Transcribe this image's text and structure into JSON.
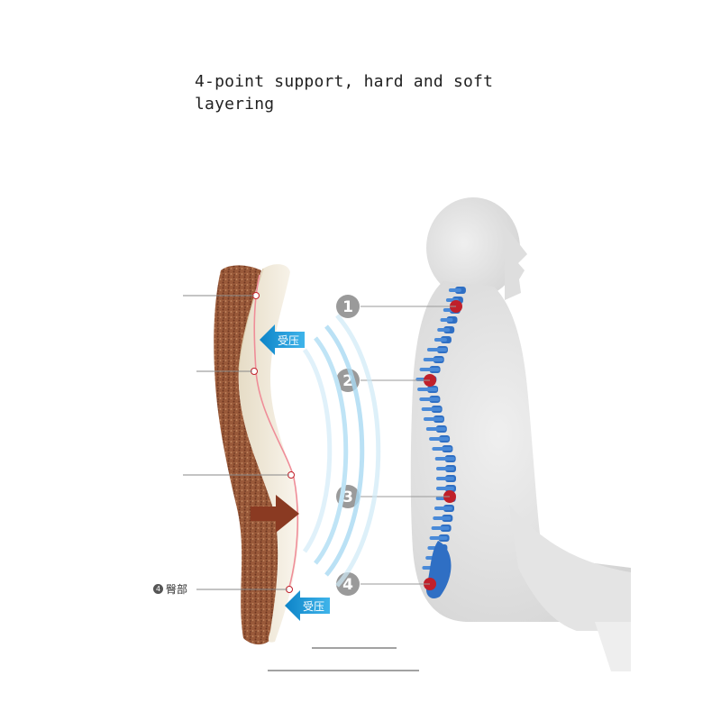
{
  "headline": {
    "line1": "4-point support, hard and soft",
    "line2": "layering"
  },
  "pressure_arrows": [
    {
      "label": "受压"
    },
    {
      "label": "受压"
    }
  ],
  "support_points": [
    {
      "number": "1"
    },
    {
      "number": "2"
    },
    {
      "number": "3"
    },
    {
      "number": "4"
    }
  ],
  "cushion_labels": {
    "point4_badge": "4",
    "point4_text": "臀部"
  },
  "colors": {
    "accent_blue": "#1e9ad6",
    "marker_red": "#c0202a",
    "badge_gray": "#9a9a9a",
    "cushion_brown": "#8a4a2e",
    "cushion_foam": "#f1eadb",
    "push_arrow": "#8a3a22",
    "spine_blue": "#2f6fc4"
  }
}
